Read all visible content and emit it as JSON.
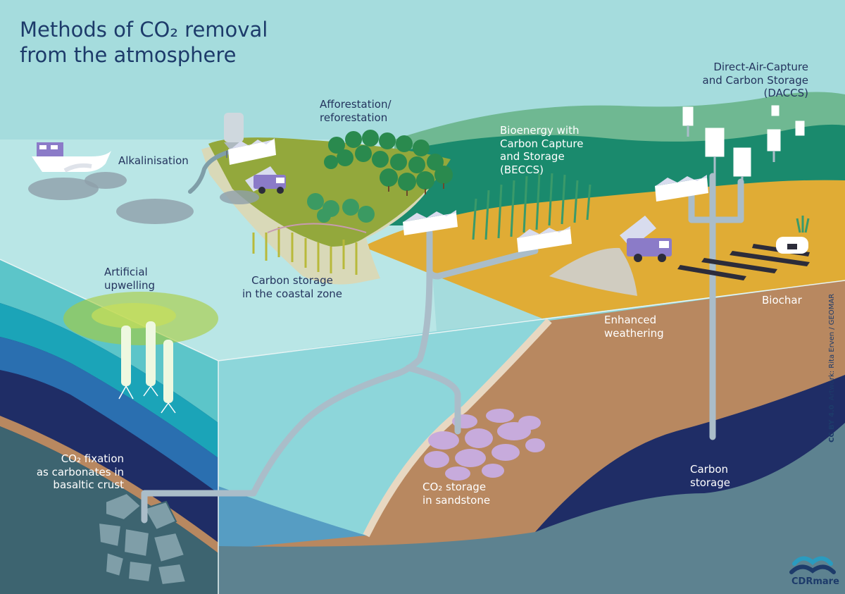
{
  "title": {
    "line1": "Methods of CO₂ removal",
    "line2": "from the atmosphere"
  },
  "labels": {
    "alkalinisation": "Alkalinisation",
    "afforestation": {
      "line1": "Afforestation/",
      "line2": "reforestation"
    },
    "beccs": {
      "line1": "Bioenergy with",
      "line2": "Carbon Capture",
      "line3": "and Storage",
      "line4": "(BECCS)"
    },
    "daccs": {
      "line1": "Direct-Air-Capture",
      "line2": "and Carbon Storage",
      "line3": "(DACCS)"
    },
    "upwelling": {
      "line1": "Artificial",
      "line2": "upwelling"
    },
    "coastal": {
      "line1": "Carbon storage",
      "line2": "in the coastal zone"
    },
    "biochar": "Biochar",
    "weathering": {
      "line1": "Enhanced",
      "line2": "weathering"
    },
    "basalt": {
      "line1": "CO₂ fixation",
      "line2": "as carbonates in",
      "line3": "basaltic crust"
    },
    "sandstone": {
      "line1": "CO₂ storage",
      "line2": "in sandstone"
    },
    "carbon_storage": {
      "line1": "Carbon",
      "line2": "storage"
    }
  },
  "credit": {
    "license": "CC BY 4.0",
    "artwork": "Artwork: Rita Erven / GEOMAR"
  },
  "logo": {
    "text": "CDRmare"
  },
  "colors": {
    "sky": "#a5dcdd",
    "sea_surface": "#b9e6e6",
    "land_green": "#93a83c",
    "hills_dark": "#1a8a6d",
    "sand": "#e0ac35",
    "soil": "#b88860",
    "deep_navy": "#1f2d66",
    "bedrock": "#5d8290",
    "text": "#24345e"
  },
  "icons": [
    "factory-icon",
    "truck-icon",
    "ship-icon",
    "tree-icon",
    "dac-panel-icon",
    "silo-icon",
    "kiln-icon"
  ]
}
